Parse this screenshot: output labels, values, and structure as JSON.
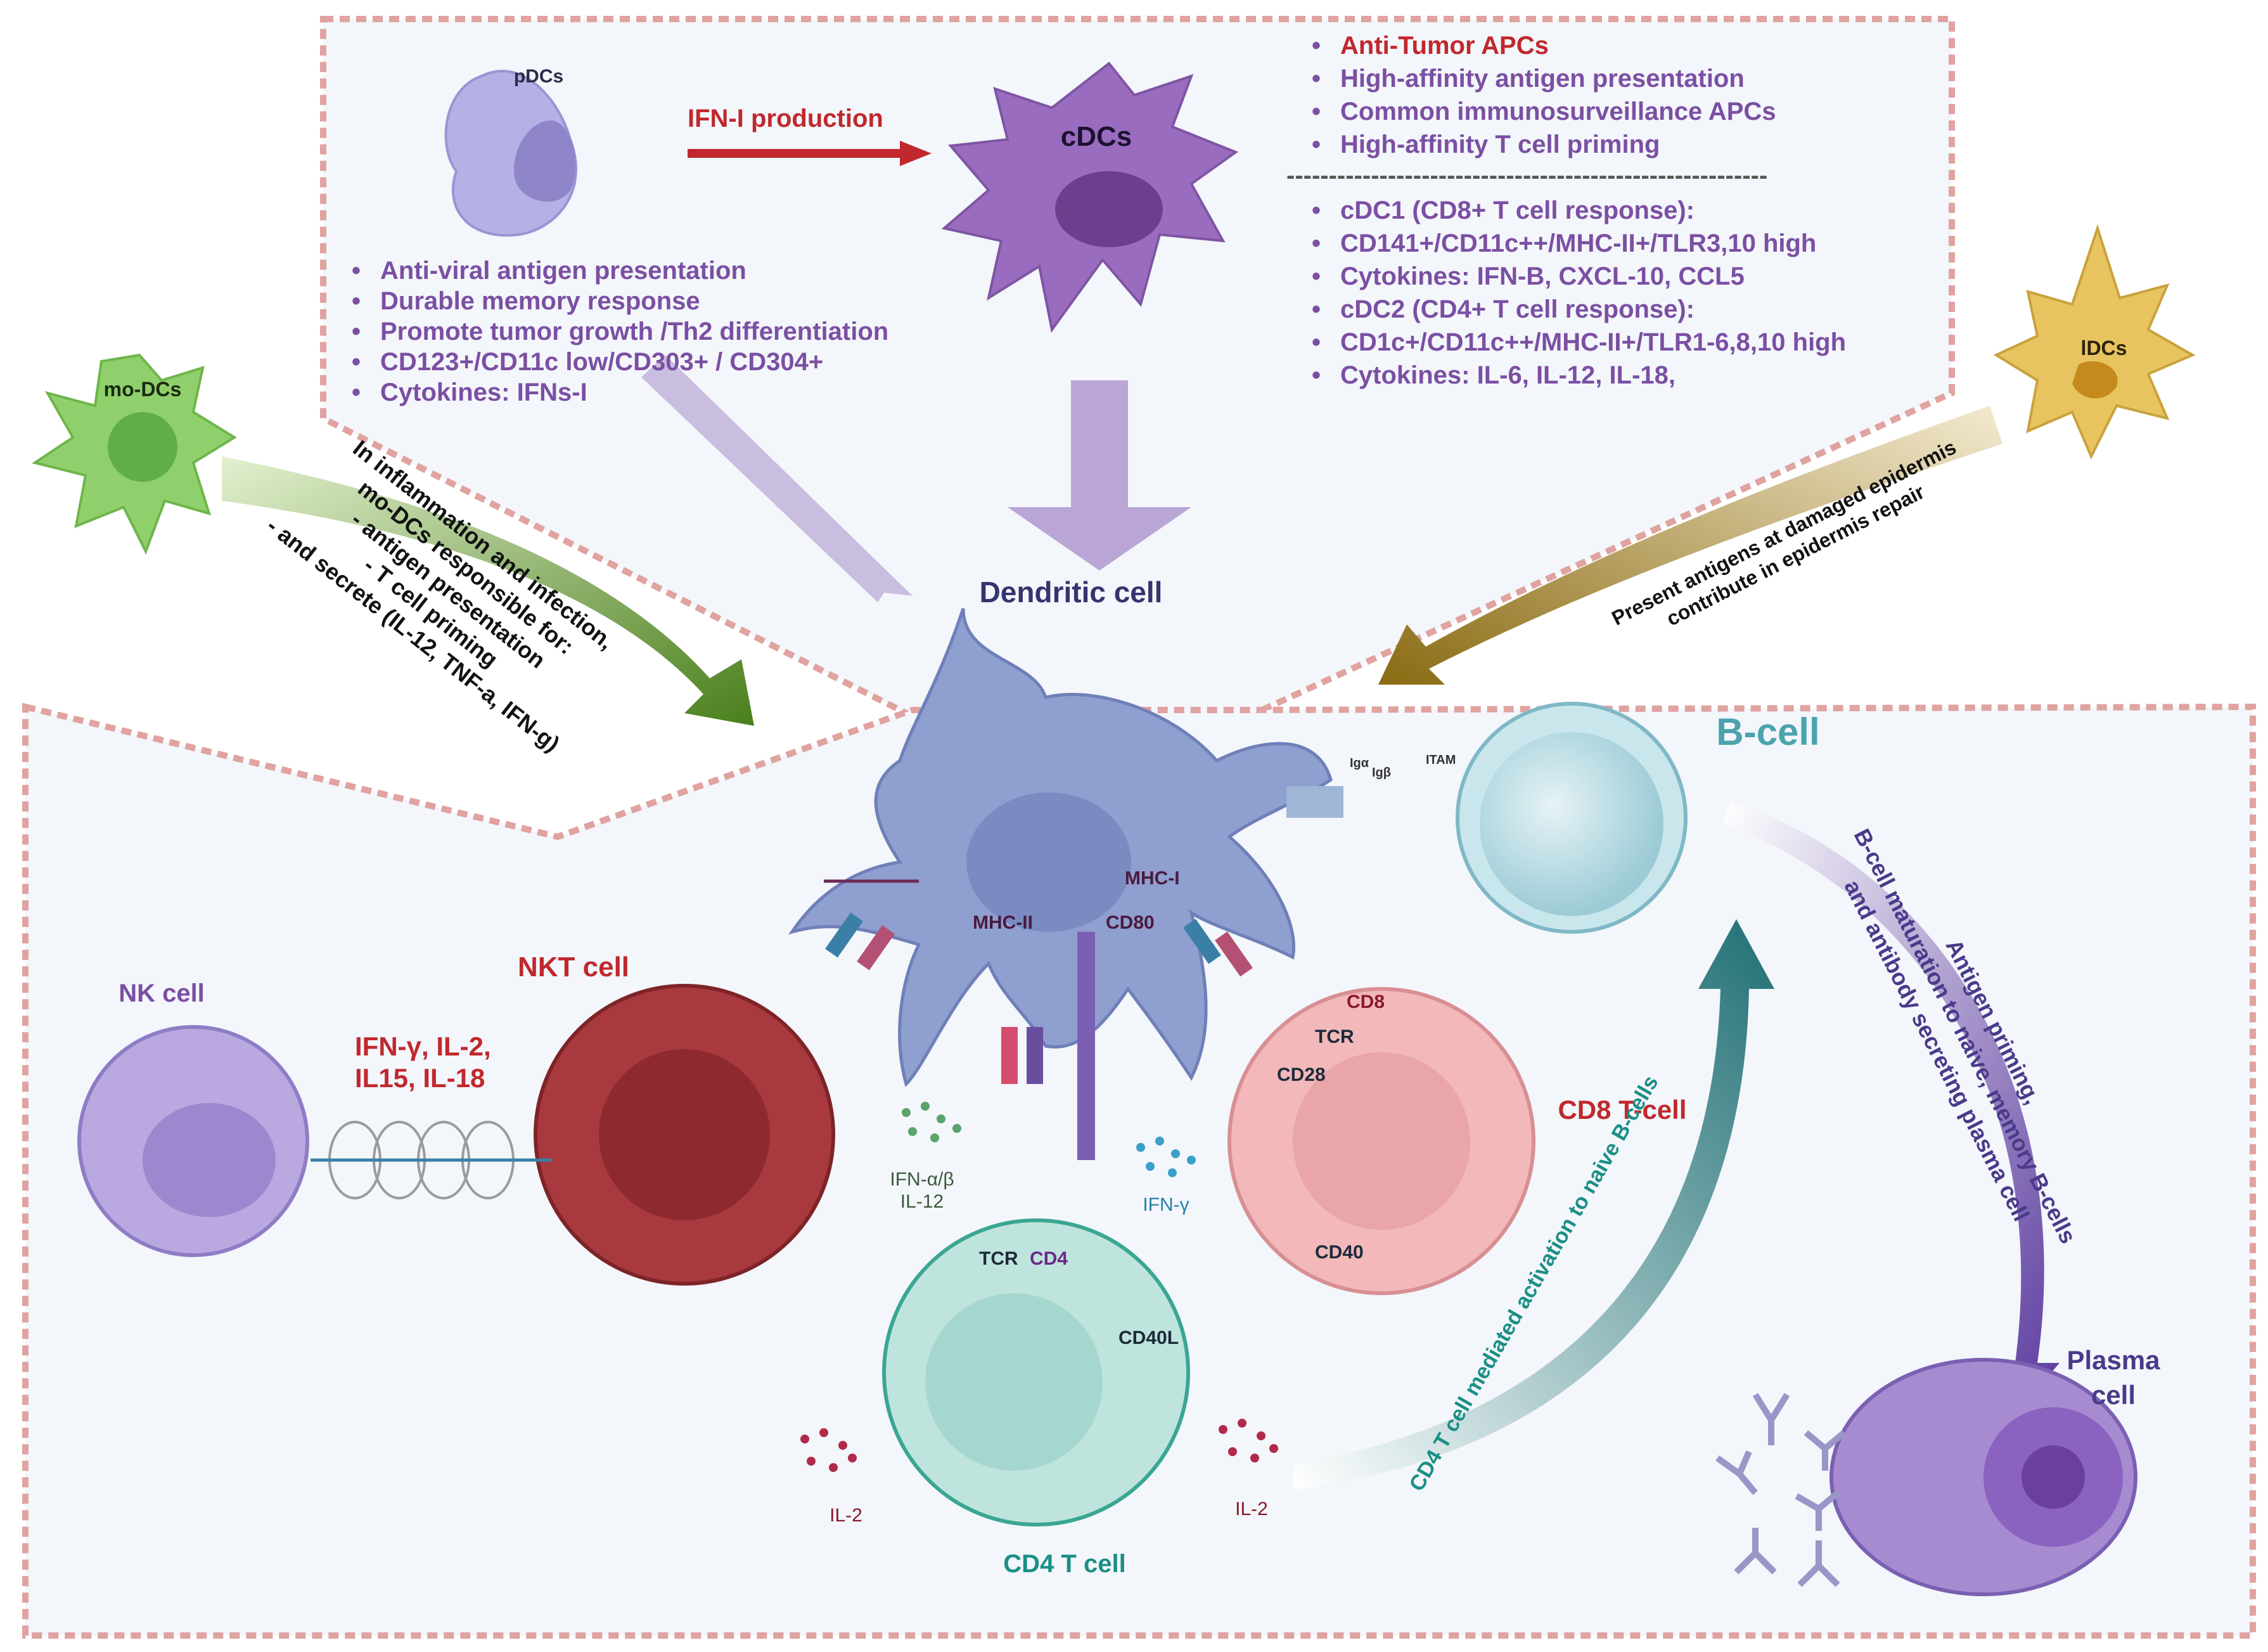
{
  "colors": {
    "purple_text": "#7b4fa3",
    "red_text": "#c0282d",
    "navy_text": "#34346f",
    "teal_text": "#1a8f86",
    "bcell_text": "#4aa3ad",
    "panel_border": "#e0a3a0",
    "panel_fill": "#f3f6fa",
    "dc_body": "#8f9fcf",
    "nkt_body": "#a8393f",
    "cd8_body": "#f2b8ba",
    "cd4_body": "#bfe4dd",
    "nk_body": "#b9a9e0",
    "cdc_body": "#9a6cc0",
    "pdc_body": "#b5b0e6",
    "modc_body": "#8fd06c",
    "ldc_body": "#e8c460",
    "plasma_body": "#a78bd1"
  },
  "cells": {
    "pdcs": "pDCs",
    "cdcs": "cDCs",
    "mo_dcs": "mo-DCs",
    "ldcs": "lDCs",
    "dendritic": "Dendritic cell",
    "b_cell": "B-cell",
    "nkt": "NKT cell",
    "nk": "NK cell",
    "cd8": "CD8 T-cell",
    "cd4": "CD4 T cell",
    "plasma_line1": "Plasma",
    "plasma_line2": "cell"
  },
  "arrows": {
    "ifn_production": "IFN-I production"
  },
  "pdc_list": [
    "Anti-viral  antigen presentation",
    "Durable memory response",
    "Promote tumor growth /Th2 differentiation",
    "CD123+/CD11c low/CD303+ / CD304+",
    "Cytokines: IFNs-I"
  ],
  "cdc_list_top": [
    "Anti-Tumor APCs",
    "High-affinity antigen presentation",
    "Common  immunosurveillance  APCs",
    "High-affinity T cell priming"
  ],
  "cdc_divider": "---------------------------------------------------------",
  "cdc_list_bottom": [
    "cDC1 (CD8+ T cell response):",
    "CD141+/CD11c++/MHC-II+/TLR3,10 high",
    "Cytokines: IFN-B, CXCL-10, CCL5",
    "cDC2 (CD4+ T cell response):",
    "CD1c+/CD11c++/MHC-II+/TLR1-6,8,10 high",
    "Cytokines: IL-6, IL-12, IL-18,"
  ],
  "modc_text": [
    "In inflammation and infection,",
    "mo-DCs responsible for:",
    "- antigen presentation",
    "- T cell priming",
    "- and secrete (IL-12,  TNF-a, IFN-g)"
  ],
  "ldc_text": [
    "Present antigens at damaged epidermis",
    "contribute in epidermis repair"
  ],
  "receptors": {
    "mhc_i": "MHC-I",
    "cd80": "CD80",
    "mhc_ii": "MHC-II",
    "tcr_cd4_a": "TCR",
    "tcr_cd4_b": "CD4",
    "cd8": "CD8",
    "tcr_cd8": "TCR",
    "cd28": "CD28",
    "cd40": "CD40",
    "cd40l": "CD40L",
    "ig_a": "Igα",
    "ig_b": "Igβ",
    "itam": "ITAM"
  },
  "cytokines": {
    "nkt_to_nk_line1": "IFN-γ, IL-2,",
    "nkt_to_nk_line2": "IL15, IL-18",
    "ifn_ab": "IFN-α/β",
    "il12": "IL-12",
    "ifn_g": "IFN-γ",
    "il2_left": "IL-2",
    "il2_right": "IL-2"
  },
  "side_labels": {
    "cd4_activation": "CD4 T cell mediated activation to naive B-cells",
    "bcell_line1": "Antigen priming,",
    "bcell_line2": "B-cell maturation to naive, memory B-cells",
    "bcell_line3": "and antibody secreting plasma cell"
  }
}
